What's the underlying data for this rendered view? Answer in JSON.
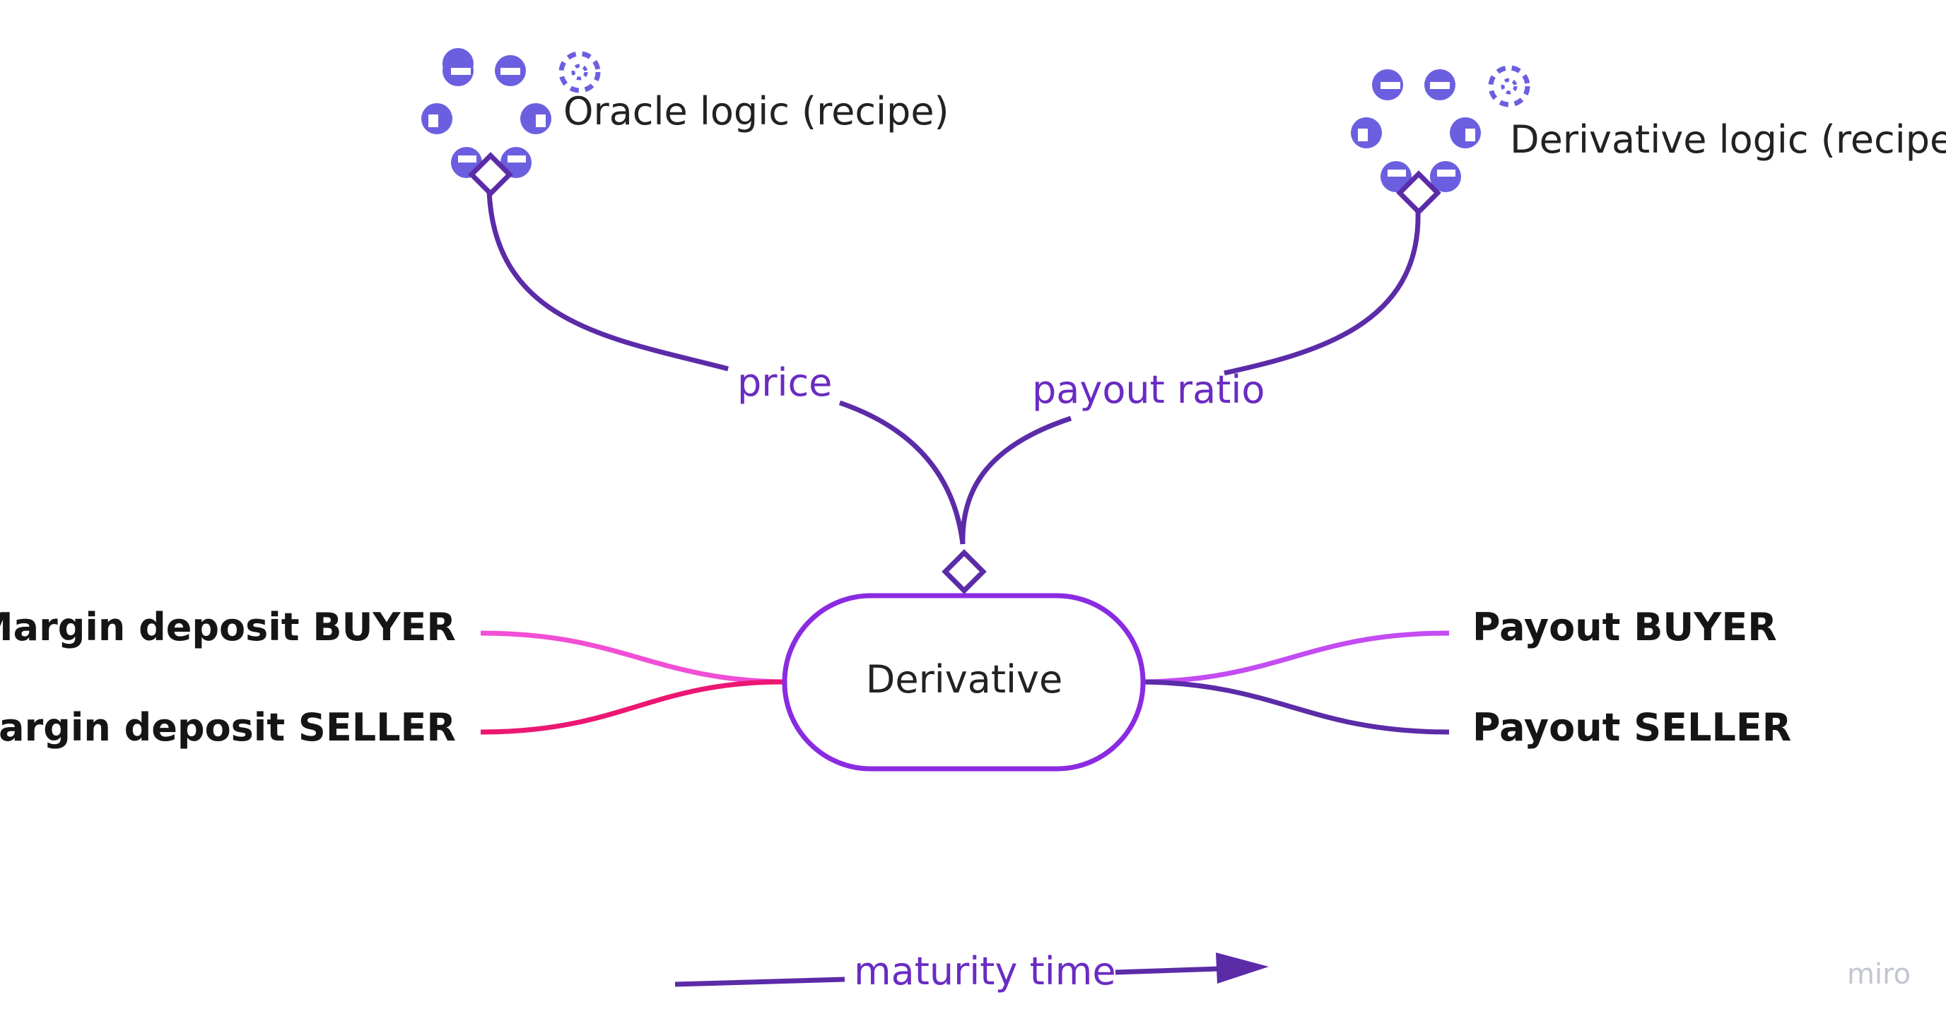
{
  "nodes": {
    "oracle_logic": "Oracle logic (recipe)",
    "derivative_logic": "Derivative logic (recipe)",
    "derivative": "Derivative",
    "margin_buyer": "Margin deposit BUYER",
    "margin_seller": "Margin deposit SELLER",
    "payout_buyer": "Payout BUYER",
    "payout_seller": "Payout SELLER"
  },
  "edges": {
    "price": "price",
    "payout_ratio": "payout ratio",
    "maturity_time": "maturity time"
  },
  "icons": {
    "oracle": "recipe-cluster-icon",
    "derivative": "recipe-cluster-icon"
  },
  "colors": {
    "purple_dark": "#5b2ba8",
    "purple_violet": "#8a2be2",
    "purple_light": "#c34cf2",
    "pink": "#f04fd6",
    "magenta": "#ec1673",
    "icon": "#6b5fe0",
    "label": "#6a2bc2"
  },
  "watermark": "miro"
}
